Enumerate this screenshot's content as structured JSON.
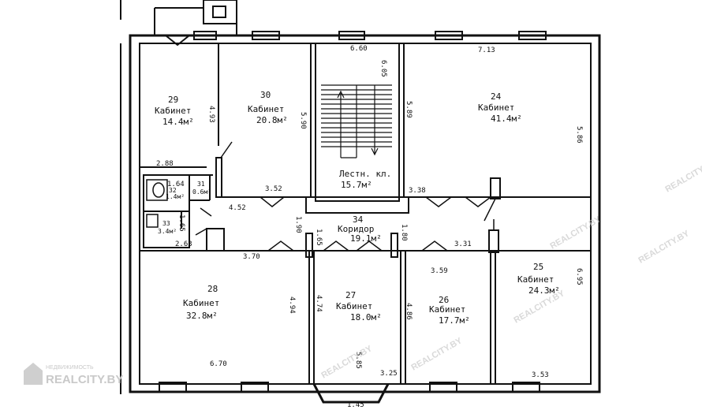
{
  "rooms": [
    {
      "num": "29",
      "name": "Кабинет",
      "area": "14.4м²"
    },
    {
      "num": "30",
      "name": "Кабинет",
      "area": "20.8м²"
    },
    {
      "num": "24",
      "name": "Кабинет",
      "area": "41.4м²"
    },
    {
      "num": "",
      "name": "Лестн. кл.",
      "area": "15.7м²"
    },
    {
      "num": "34",
      "name": "Коридор",
      "area": "19.1м²"
    },
    {
      "num": "28",
      "name": "Кабинет",
      "area": "32.8м²"
    },
    {
      "num": "27",
      "name": "Кабинет",
      "area": "18.0м²"
    },
    {
      "num": "26",
      "name": "Кабинет",
      "area": "17.7м²"
    },
    {
      "num": "25",
      "name": "Кабинет",
      "area": "24.3м²"
    },
    {
      "num": "31",
      "name": "",
      "area": "0.6м²"
    },
    {
      "num": "32",
      "name": "",
      "area": "1.4м²"
    },
    {
      "num": "33",
      "name": "",
      "area": "3.4м²"
    }
  ],
  "dims": [
    "4.93",
    "5.90",
    "2.88",
    "3.52",
    "6.60",
    "6.05",
    "5.89",
    "7.13",
    "5.86",
    "3.38",
    "4.52",
    "1.90",
    "1.65",
    "1.80",
    "3.31",
    "1.64",
    "1.65",
    "2.63",
    "3.70",
    "3.59",
    "6.95",
    "4.94",
    "6.70",
    "4.74",
    "4.86",
    "5.85",
    "3.25",
    "3.53",
    "1.45"
  ],
  "watermark": {
    "top": "НЕДВИЖИМОСТЬ",
    "brand": "REALCITY.BY",
    "diag": "REALCITY.BY"
  }
}
